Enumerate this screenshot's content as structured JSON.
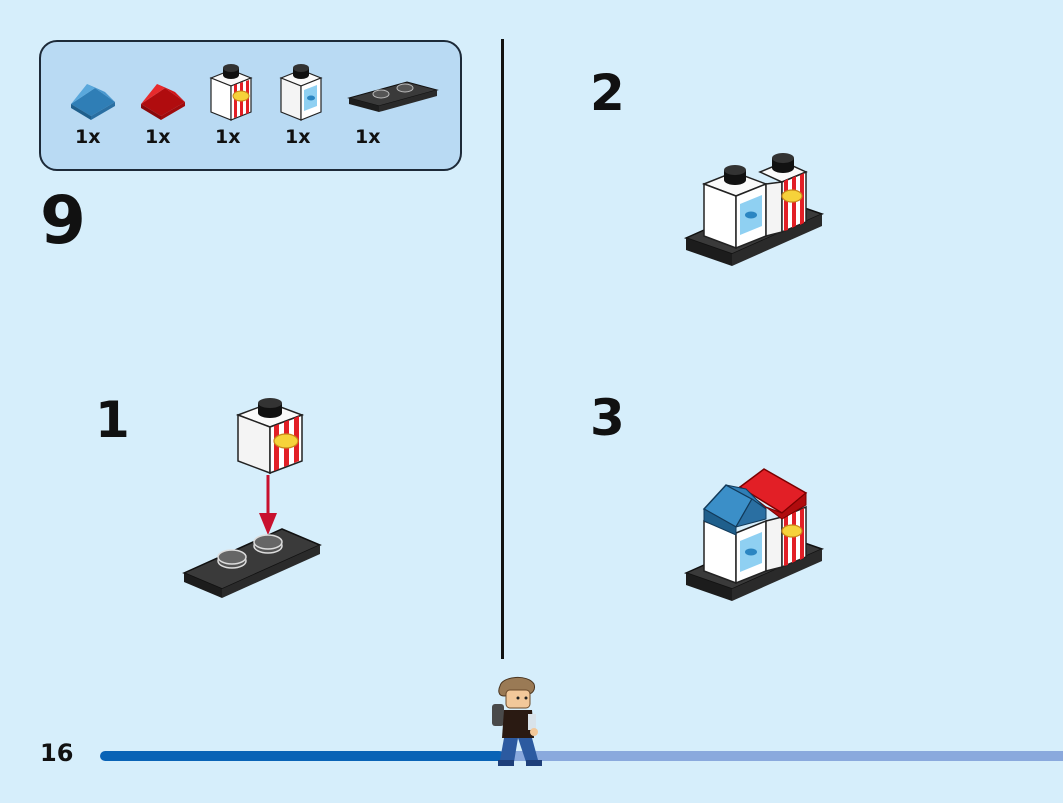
{
  "page": {
    "step_number": "9",
    "page_number": "16",
    "progress": 0.42
  },
  "parts": [
    {
      "icon": "blue-slope-brick-icon",
      "qty": "1x",
      "color": "#3b8fc8"
    },
    {
      "icon": "red-slope-brick-icon",
      "qty": "1x",
      "color": "#d40f12"
    },
    {
      "icon": "popcorn-print-brick-icon",
      "qty": "1x",
      "color": "#e21f26"
    },
    {
      "icon": "fish-print-brick-icon",
      "qty": "1x",
      "color": "#43a9e0"
    },
    {
      "icon": "black-plate-icon",
      "qty": "1x",
      "color": "#2a2a2a"
    }
  ],
  "sub_steps": [
    {
      "number": "1"
    },
    {
      "number": "2"
    },
    {
      "number": "3"
    }
  ]
}
